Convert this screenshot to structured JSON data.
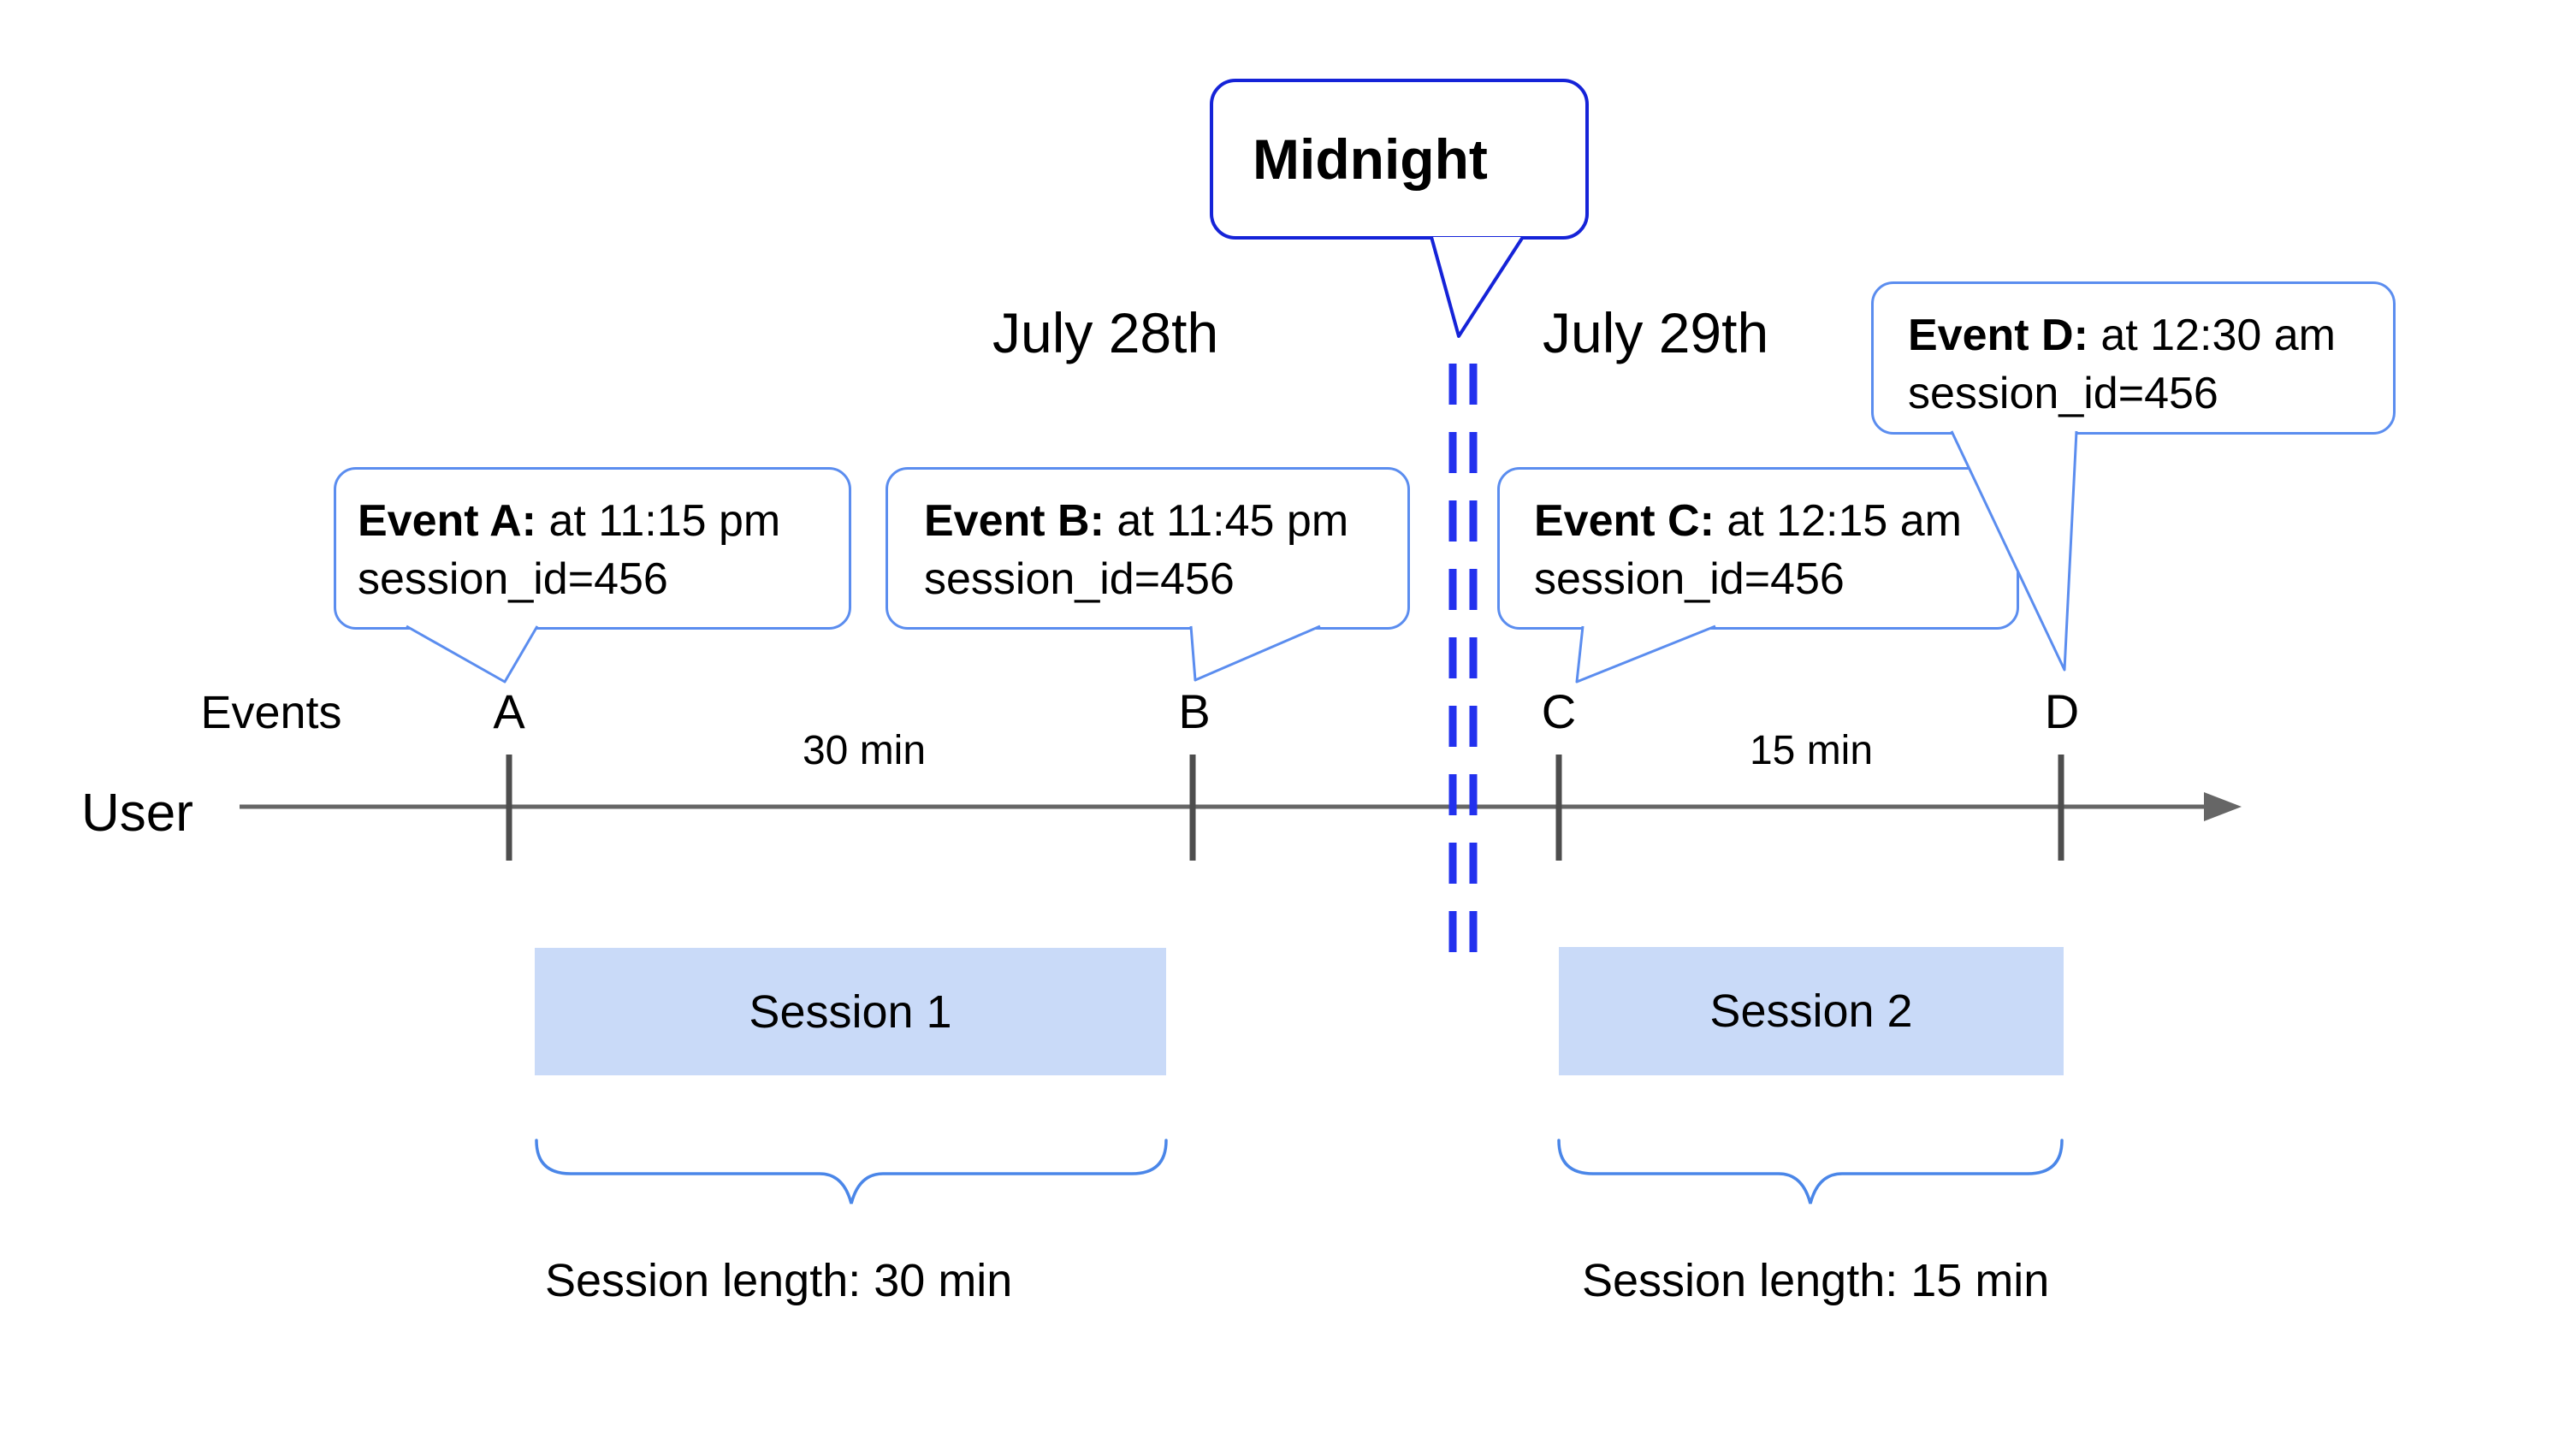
{
  "diagram": {
    "midnight_label": "Midnight",
    "dates": {
      "before_midnight": "July 28th",
      "after_midnight": "July 29th"
    },
    "axis": {
      "row_label": "User",
      "events_row_label": "Events",
      "tick_letters": [
        "A",
        "B",
        "C",
        "D"
      ]
    },
    "event_callouts": [
      {
        "title": "Event A:",
        "time": " at 11:15 pm",
        "detail": "session_id=456"
      },
      {
        "title": "Event B:",
        "time": " at 11:45 pm",
        "detail": "session_id=456"
      },
      {
        "title": "Event C:",
        "time": " at 12:15 am",
        "detail": "session_id=456"
      },
      {
        "title": "Event D:",
        "time": " at 12:30 am",
        "detail": "session_id=456"
      }
    ],
    "gap_labels": [
      "30 min",
      "15 min"
    ],
    "sessions": [
      {
        "name": "Session 1",
        "length": "Session length: 30 min"
      },
      {
        "name": "Session 2",
        "length": "Session length: 15 min"
      }
    ],
    "colors": {
      "background": "#ffffff",
      "text": "#000000",
      "callout_border": "#5b8def",
      "midnight_border": "#1523d8",
      "dash_line": "#2231ee",
      "session_fill": "#c9daf8",
      "brace": "#4a86e8",
      "axis_line": "#666666",
      "tick": "#4d4d4d"
    }
  }
}
